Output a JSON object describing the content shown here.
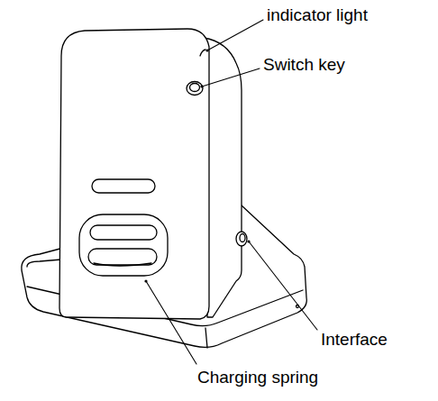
{
  "diagram": {
    "labels": [
      "indicator light",
      "Switch key",
      "Interface",
      "Charging spring"
    ]
  }
}
